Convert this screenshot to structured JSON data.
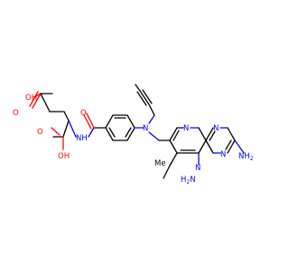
{
  "labels": {
    "cooh_top_oh": "OH",
    "cooh_top_o": "O",
    "nh_amide": "NH",
    "cooh_bot_o": "O",
    "cooh_bot_oh": "OH",
    "carbonyl_o": "O",
    "n_tertiary": "N",
    "ring_n1": "N",
    "ring_n2": "N",
    "ring_n3": "N",
    "ring_n4": "N",
    "methyl": "Me",
    "nh2_right": "NH",
    "nh2_right_sub": "2",
    "nh2_left": "H",
    "nh2_left_sub": "2",
    "nh2_left_n": "N"
  },
  "colors": {
    "carbon": "#000000",
    "nitrogen": "#0000ff",
    "oxygen": "#ff0000"
  }
}
